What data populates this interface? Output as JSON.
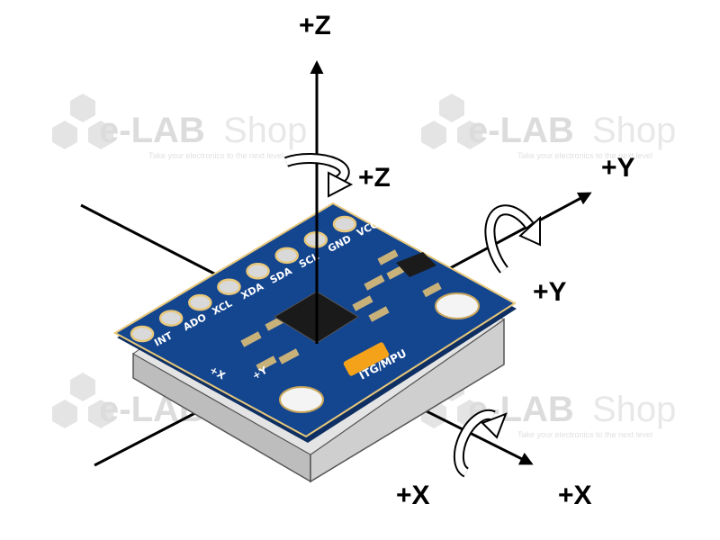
{
  "axes": {
    "z_translation": "+Z",
    "z_rotation": "+Z",
    "y_translation": "+Y",
    "y_rotation": "+Y",
    "x_translation": "+X",
    "x_rotation": "+X"
  },
  "pins": [
    {
      "label": "VCC"
    },
    {
      "label": "GND"
    },
    {
      "label": "SCL"
    },
    {
      "label": "SDA"
    },
    {
      "label": "XDA"
    },
    {
      "label": "XCL"
    },
    {
      "label": "ADO"
    },
    {
      "label": "INT"
    }
  ],
  "board": {
    "chip_label": "ITG/MPU",
    "silk_x": "+X",
    "silk_y": "+Y",
    "pcb_color": "#14458f",
    "base_color": "#d6d6d6"
  },
  "watermark": {
    "brand_bold": "e-LAB",
    "brand_thin": "Shop",
    "tagline": "Take your electronics to the next level"
  }
}
